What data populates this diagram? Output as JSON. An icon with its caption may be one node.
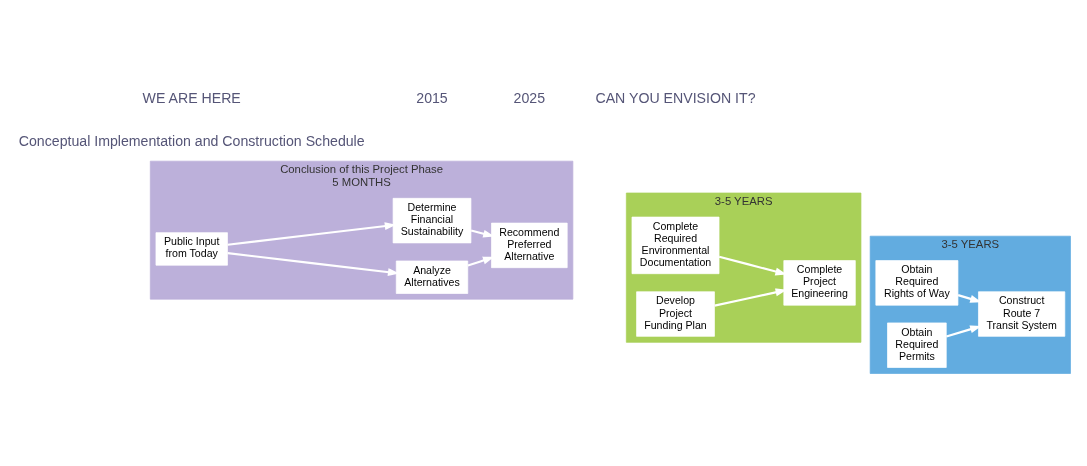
{
  "diagram": {
    "nodes": [
      {
        "text": [
          "Conclusion of this Project Phase",
          "5 MONTHS"
        ]
      },
      {
        "text": [
          "Public Input from Today"
        ],
        "in": 0
      },
      {
        "text": [
          "Analyze Alternatives"
        ],
        "in": 0
      },
      {
        "text": [
          "Determine Financial Sustainability"
        ],
        "in": 0
      },
      {
        "text": [
          "Recommend Preferred Alternative"
        ],
        "in": 0
      },
      {
        "text": [
          "3-5 YEARS"
        ]
      },
      {
        "text": [
          "Complete Required Environmental Documentation"
        ],
        "in": 5
      },
      {
        "text": [
          "Develop Project Funding Plan"
        ],
        "in": 5
      },
      {
        "text": [
          "Complete Project Engineering"
        ],
        "in": 5
      },
      {
        "text": [
          "3-5 YEARS"
        ]
      },
      {
        "text": [
          "Obtain Required Rights of Way"
        ],
        "in": 9
      },
      {
        "text": [
          "Obtain Required Permits"
        ],
        "in": 9
      },
      {
        "text": [
          "Construct Route 7 Transit System"
        ],
        "in": 9
      }
    ],
    "edges": [
      {
        "from": 1,
        "to": 2,
        "arrow": "to"
      },
      {
        "from": 1,
        "to": 3,
        "arrow": "to"
      },
      {
        "from": 2,
        "to": 4,
        "arrow": "to"
      },
      {
        "from": 3,
        "to": 4,
        "arrow": "to"
      },
      {
        "from": 6,
        "to": 8,
        "arrow": "to"
      },
      {
        "from": 7,
        "to": 8,
        "arrow": "to"
      },
      {
        "from": 10,
        "to": 12,
        "arrow": "to"
      },
      {
        "from": 11,
        "to": 12,
        "arrow": "to"
      }
    ],
    "labels": [
      "Conceptual Implementation and Construction Schedule",
      "WE ARE HERE",
      "2015",
      "2025",
      "CAN YOU ENVISION IT?"
    ]
  }
}
